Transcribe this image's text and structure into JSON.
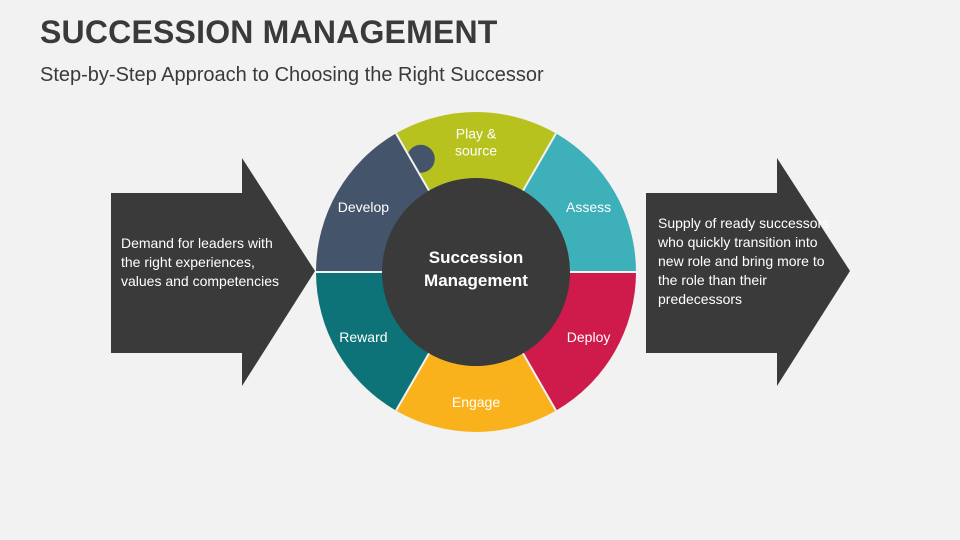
{
  "title": "SUCCESSION MANAGEMENT",
  "subtitle": "Step-by-Step Approach to Choosing the Right Successor",
  "center": {
    "line1": "Succession",
    "line2": "Management"
  },
  "segments": [
    {
      "lines": [
        "Play &",
        "source"
      ],
      "color": "#b8c21e"
    },
    {
      "lines": [
        "Assess"
      ],
      "color": "#3eb0b9"
    },
    {
      "lines": [
        "Deploy"
      ],
      "color": "#cf1a4c"
    },
    {
      "lines": [
        "Engage"
      ],
      "color": "#f9b21b"
    },
    {
      "lines": [
        "Reward"
      ],
      "color": "#0e7378"
    },
    {
      "lines": [
        "Develop"
      ],
      "color": "#44546a"
    }
  ],
  "left_arrow": {
    "text": "Demand for leaders with the right experiences, values and competencies",
    "color": "#3a3a3a"
  },
  "right_arrow": {
    "text": "Supply of ready successors who quickly transition into  new role and bring more to the role than their predecessors",
    "color": "#3a3a3a"
  },
  "center_color": "#3a3a3a"
}
